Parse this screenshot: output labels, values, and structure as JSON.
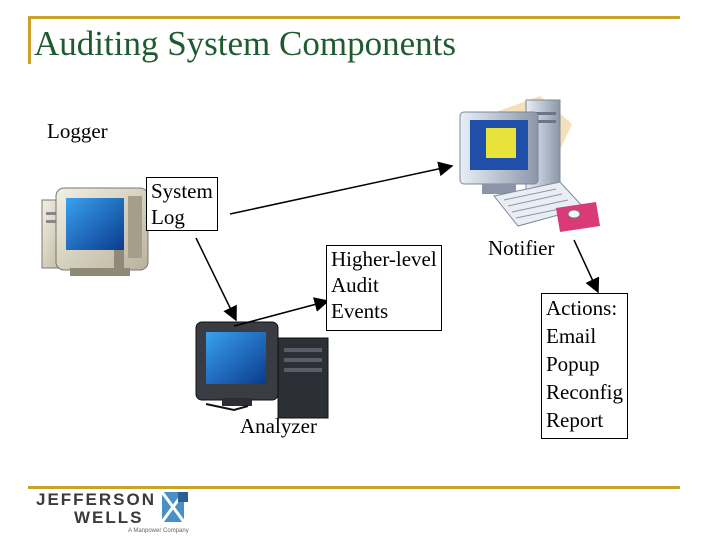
{
  "slide": {
    "title": "Auditing System Components"
  },
  "diagram": {
    "logger_label": "Logger",
    "system_log_lines": [
      "System",
      "Log"
    ],
    "higher_level_lines": [
      "Higher-level",
      "Audit",
      "Events"
    ],
    "notifier_label": "Notifier",
    "actions_lines": [
      "Actions:",
      "Email",
      "Popup",
      "Reconfig",
      "Report"
    ],
    "analyzer_label": "Analyzer"
  },
  "footer": {
    "logo_line1": "JEFFERSON",
    "logo_line2": "WELLS",
    "logo_tagline": "A Manpower Company"
  },
  "colors": {
    "title": "#1e5c30",
    "accent_rule": "#c9a227"
  },
  "icons": [
    "logger-computer-icon",
    "notifier-computer-icon",
    "analyzer-computer-icon",
    "jefferson-wells-logo-icon"
  ]
}
